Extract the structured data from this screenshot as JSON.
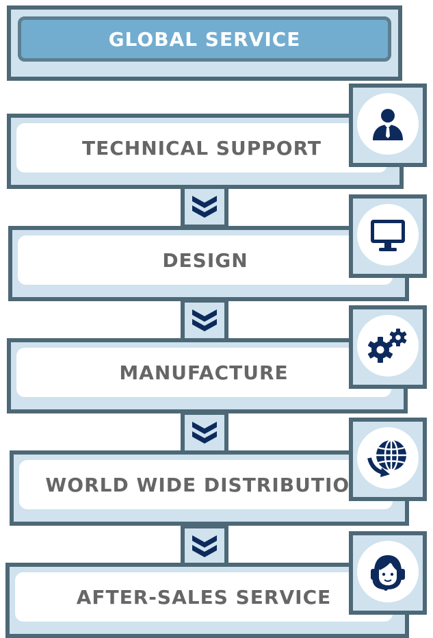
{
  "header": {
    "title": "GLOBAL SERVICE"
  },
  "steps": [
    {
      "label": "TECHNICAL SUPPORT",
      "icon": "businessman-icon"
    },
    {
      "label": "DESIGN",
      "icon": "monitor-icon"
    },
    {
      "label": "MANUFACTURE",
      "icon": "gears-icon"
    },
    {
      "label": "WORLD WIDE DISTRIBUTION",
      "icon": "globe-arrow-icon"
    },
    {
      "label": "AFTER-SALES SERVICE",
      "icon": "headset-agent-icon"
    }
  ],
  "connector_icon": "double-chevron-down-icon",
  "colors": {
    "border": "#4d6876",
    "panel": "#cfe2ee",
    "header_fill": "#72add0",
    "icon": "#0d2a5c",
    "label": "#666666"
  }
}
